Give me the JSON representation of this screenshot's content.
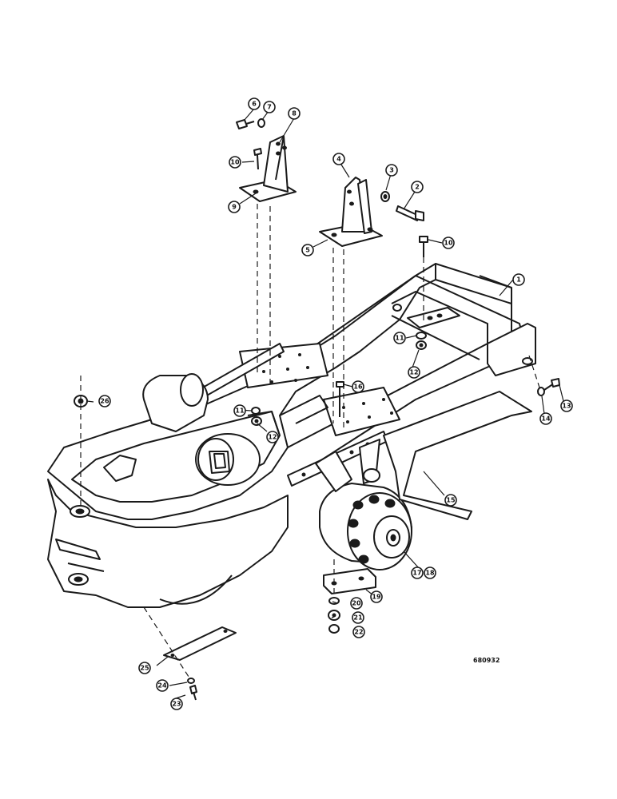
{
  "diagram": {
    "reference_number": "680932",
    "callouts": [
      "1",
      "2",
      "3",
      "4",
      "5",
      "6",
      "7",
      "8",
      "9",
      "10",
      "10",
      "11",
      "11",
      "12",
      "12",
      "13",
      "14",
      "15",
      "16",
      "17",
      "18",
      "19",
      "20",
      "21",
      "22",
      "23",
      "24",
      "25",
      "26"
    ]
  }
}
